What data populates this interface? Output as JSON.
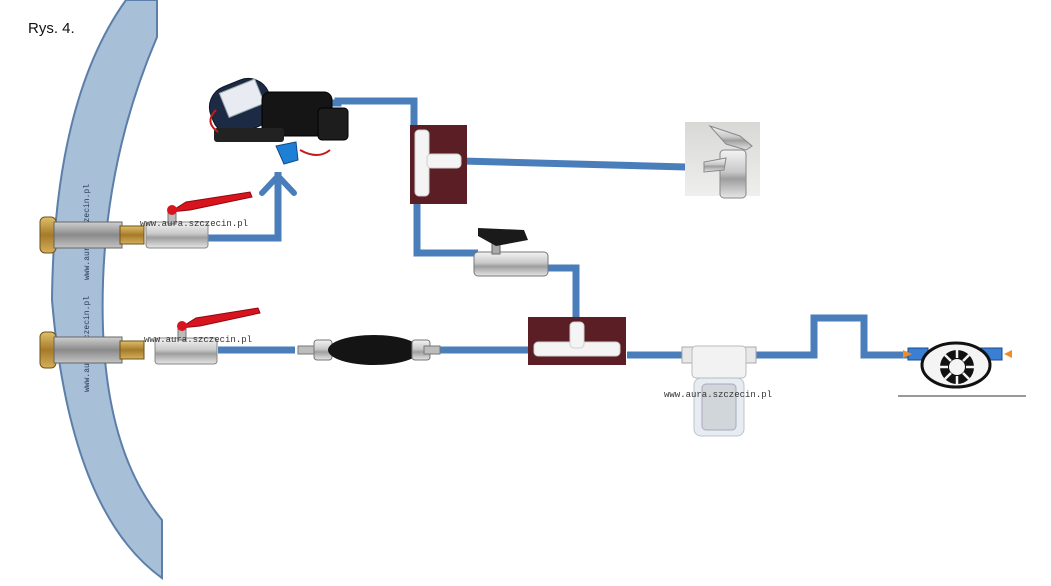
{
  "figure_label": "Rys. 4.",
  "watermarks": {
    "valve_upper": "www.aura.szczecin.pl",
    "valve_lower": "www.aura.szczecin.pl",
    "filter": "www.aura.szczecin.pl",
    "hull_upper": "www.aura.szczecin.pl",
    "hull_lower": "www.aura.szczecin.pl"
  },
  "colors": {
    "pipe": "#4a7ebb",
    "hull_fill": "#a8bfd8",
    "hull_stroke": "#5b7fa8",
    "tee_background": "#5a1e24",
    "valve_handle": "#d8141e",
    "valve_body": "#d9d9d9",
    "thruhull_brass": "#b88a35"
  },
  "icons": {
    "pump": "electric-water-pump-icon",
    "tee_upper": "tee-connector-icon",
    "tee_lower": "tee-connector-icon",
    "faucet": "faucet-icon",
    "mini_valve": "mini-ball-valve-icon",
    "primer_bulb": "primer-bulb-icon",
    "filter": "water-strainer-icon",
    "impeller_pump": "impeller-pump-icon"
  }
}
